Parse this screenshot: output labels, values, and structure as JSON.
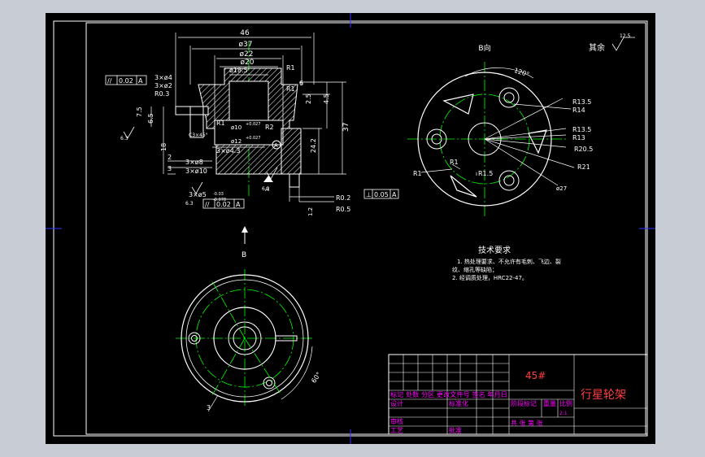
{
  "drawing": {
    "colors": {
      "background": "#000000",
      "outline": "#ffffff",
      "center_line": "#00ff00",
      "frame_accent": "#0000ff",
      "title_text_magenta": "#ff00ff",
      "title_text_red": "#ff4040",
      "hatch": "#ffffff"
    },
    "view_b_label": "B",
    "view_b_direction_label": "B向",
    "roughness_note": "其余",
    "roughness_value": "12.5",
    "section_dims": {
      "d46": "46",
      "d37": "ø37",
      "d22": "ø22",
      "d20": "ø20",
      "d18_5": "ø18.5",
      "r1_top": "R1",
      "r1_mid": "R1",
      "r1_left": "R1",
      "r2": "R2",
      "r0_3": "R0.3",
      "r0_2": "R0.2",
      "r0_5": "R0.5",
      "d3x4": "3×ø4",
      "d3x2": "3×ø2",
      "d3x8": "3×ø8",
      "d3x10": "3×ø10",
      "d3x5": "3×ø5",
      "d3x5_tol_up": "-0.03",
      "d3x5_tol_dn": "-0.078",
      "d3x4_3": "3×ø4.3",
      "c3x45": "C3×45°",
      "d10": "ø10",
      "d10_tol": "+0.027",
      "d12": "ø12",
      "d12_tol": "+0.027",
      "v6": "6",
      "v7_5": "7.5",
      "v6_5": "6.5",
      "v2_5": "2.5",
      "v4_5": "4.5",
      "v18": "18",
      "v24_2": "24.2",
      "v37": "37",
      "v2": "2",
      "v3": "3",
      "v6_3a": "6.3",
      "v6_3b": "6.3",
      "v6_3c": "6.3",
      "v1_2": "1.2",
      "datum_a": "A",
      "datum_a2": "A",
      "tol_parallel_1": "//",
      "tol_parallel_1_val": "0.02",
      "tol_parallel_1_ref": "A",
      "tol_parallel_2": "//",
      "tol_parallel_2_val": "0.02",
      "tol_parallel_2_ref": "A",
      "tol_perp": "⊥",
      "tol_perp_val": "0.05",
      "tol_perp_ref": "A"
    },
    "b_view_dims": {
      "a120": "120°",
      "r13_5a": "R13.5",
      "r14": "R14",
      "r13_5b": "R13.5",
      "r13": "R13",
      "r20_5": "R20.5",
      "r21": "R21",
      "d27": "ø27",
      "r1a": "R1",
      "r1b": "R1",
      "r1_5": "R1.5"
    },
    "bottom_view_dims": {
      "a60": "60°",
      "v3": "3"
    },
    "tech_requirements": {
      "title": "技术要求",
      "line1": "1. 热处理要求、不允许有毛刺、飞边、裂",
      "line1b": "纹、缩孔等缺陷；",
      "line2": "2. 经调质处理，HRC22-47。"
    },
    "title_block": {
      "material": "45#",
      "part_name": "行星轮架",
      "row_labels": "标记 处数 分区 更改文件号 签名 年月日",
      "design": "设计",
      "standardize": "标准化",
      "stage_mark": "阶段标记",
      "weight": "重量",
      "scale": "比例",
      "scale_value": "2:1",
      "review": "审核",
      "process": "工艺",
      "approve": "批准",
      "sheets": "共  张  第  张"
    }
  }
}
